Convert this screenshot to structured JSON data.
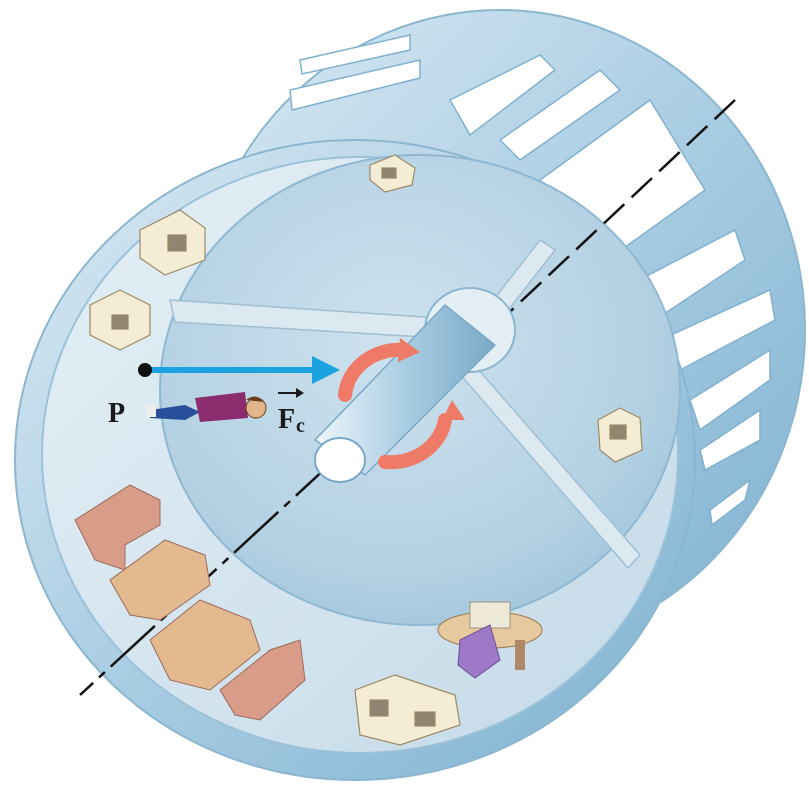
{
  "labels": {
    "point": "P",
    "force_symbol": "F",
    "force_subscript": "c"
  },
  "colors": {
    "force_arrow": "#1aa3e0",
    "rotation_arrow": "#f07a68",
    "ring_outer": "#a9cde3",
    "interior": "#c9dfec",
    "point_dot": "#111111",
    "axis_line": "#111111"
  },
  "icons": {
    "rotation": "circular-arrows-icon",
    "person": "person-lying-icon"
  }
}
